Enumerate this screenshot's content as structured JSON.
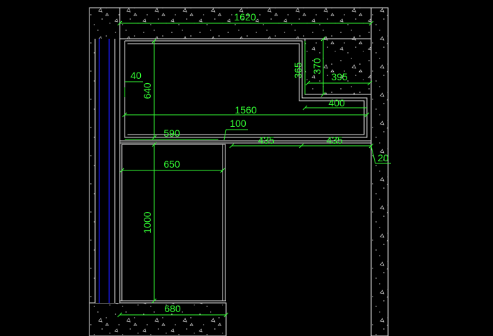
{
  "colors": {
    "background": "#000000",
    "wall": "#e6e6e6",
    "dimension": "#33ff33",
    "blue_line": "#1a1aff"
  },
  "dimensions": {
    "overall_width": "1620",
    "inner_width": "1560",
    "upper_height": "640",
    "lower_height": "1000",
    "bottom_width": "680",
    "cabinet_width": "650",
    "left_segment": "590",
    "gap_small": "100",
    "segment_a": "435",
    "segment_b": "435",
    "corner_offset": "40",
    "right_gap": "20",
    "notch_height_a": "365",
    "notch_height_b": "370",
    "notch_width": "395",
    "notch_base": "400"
  }
}
